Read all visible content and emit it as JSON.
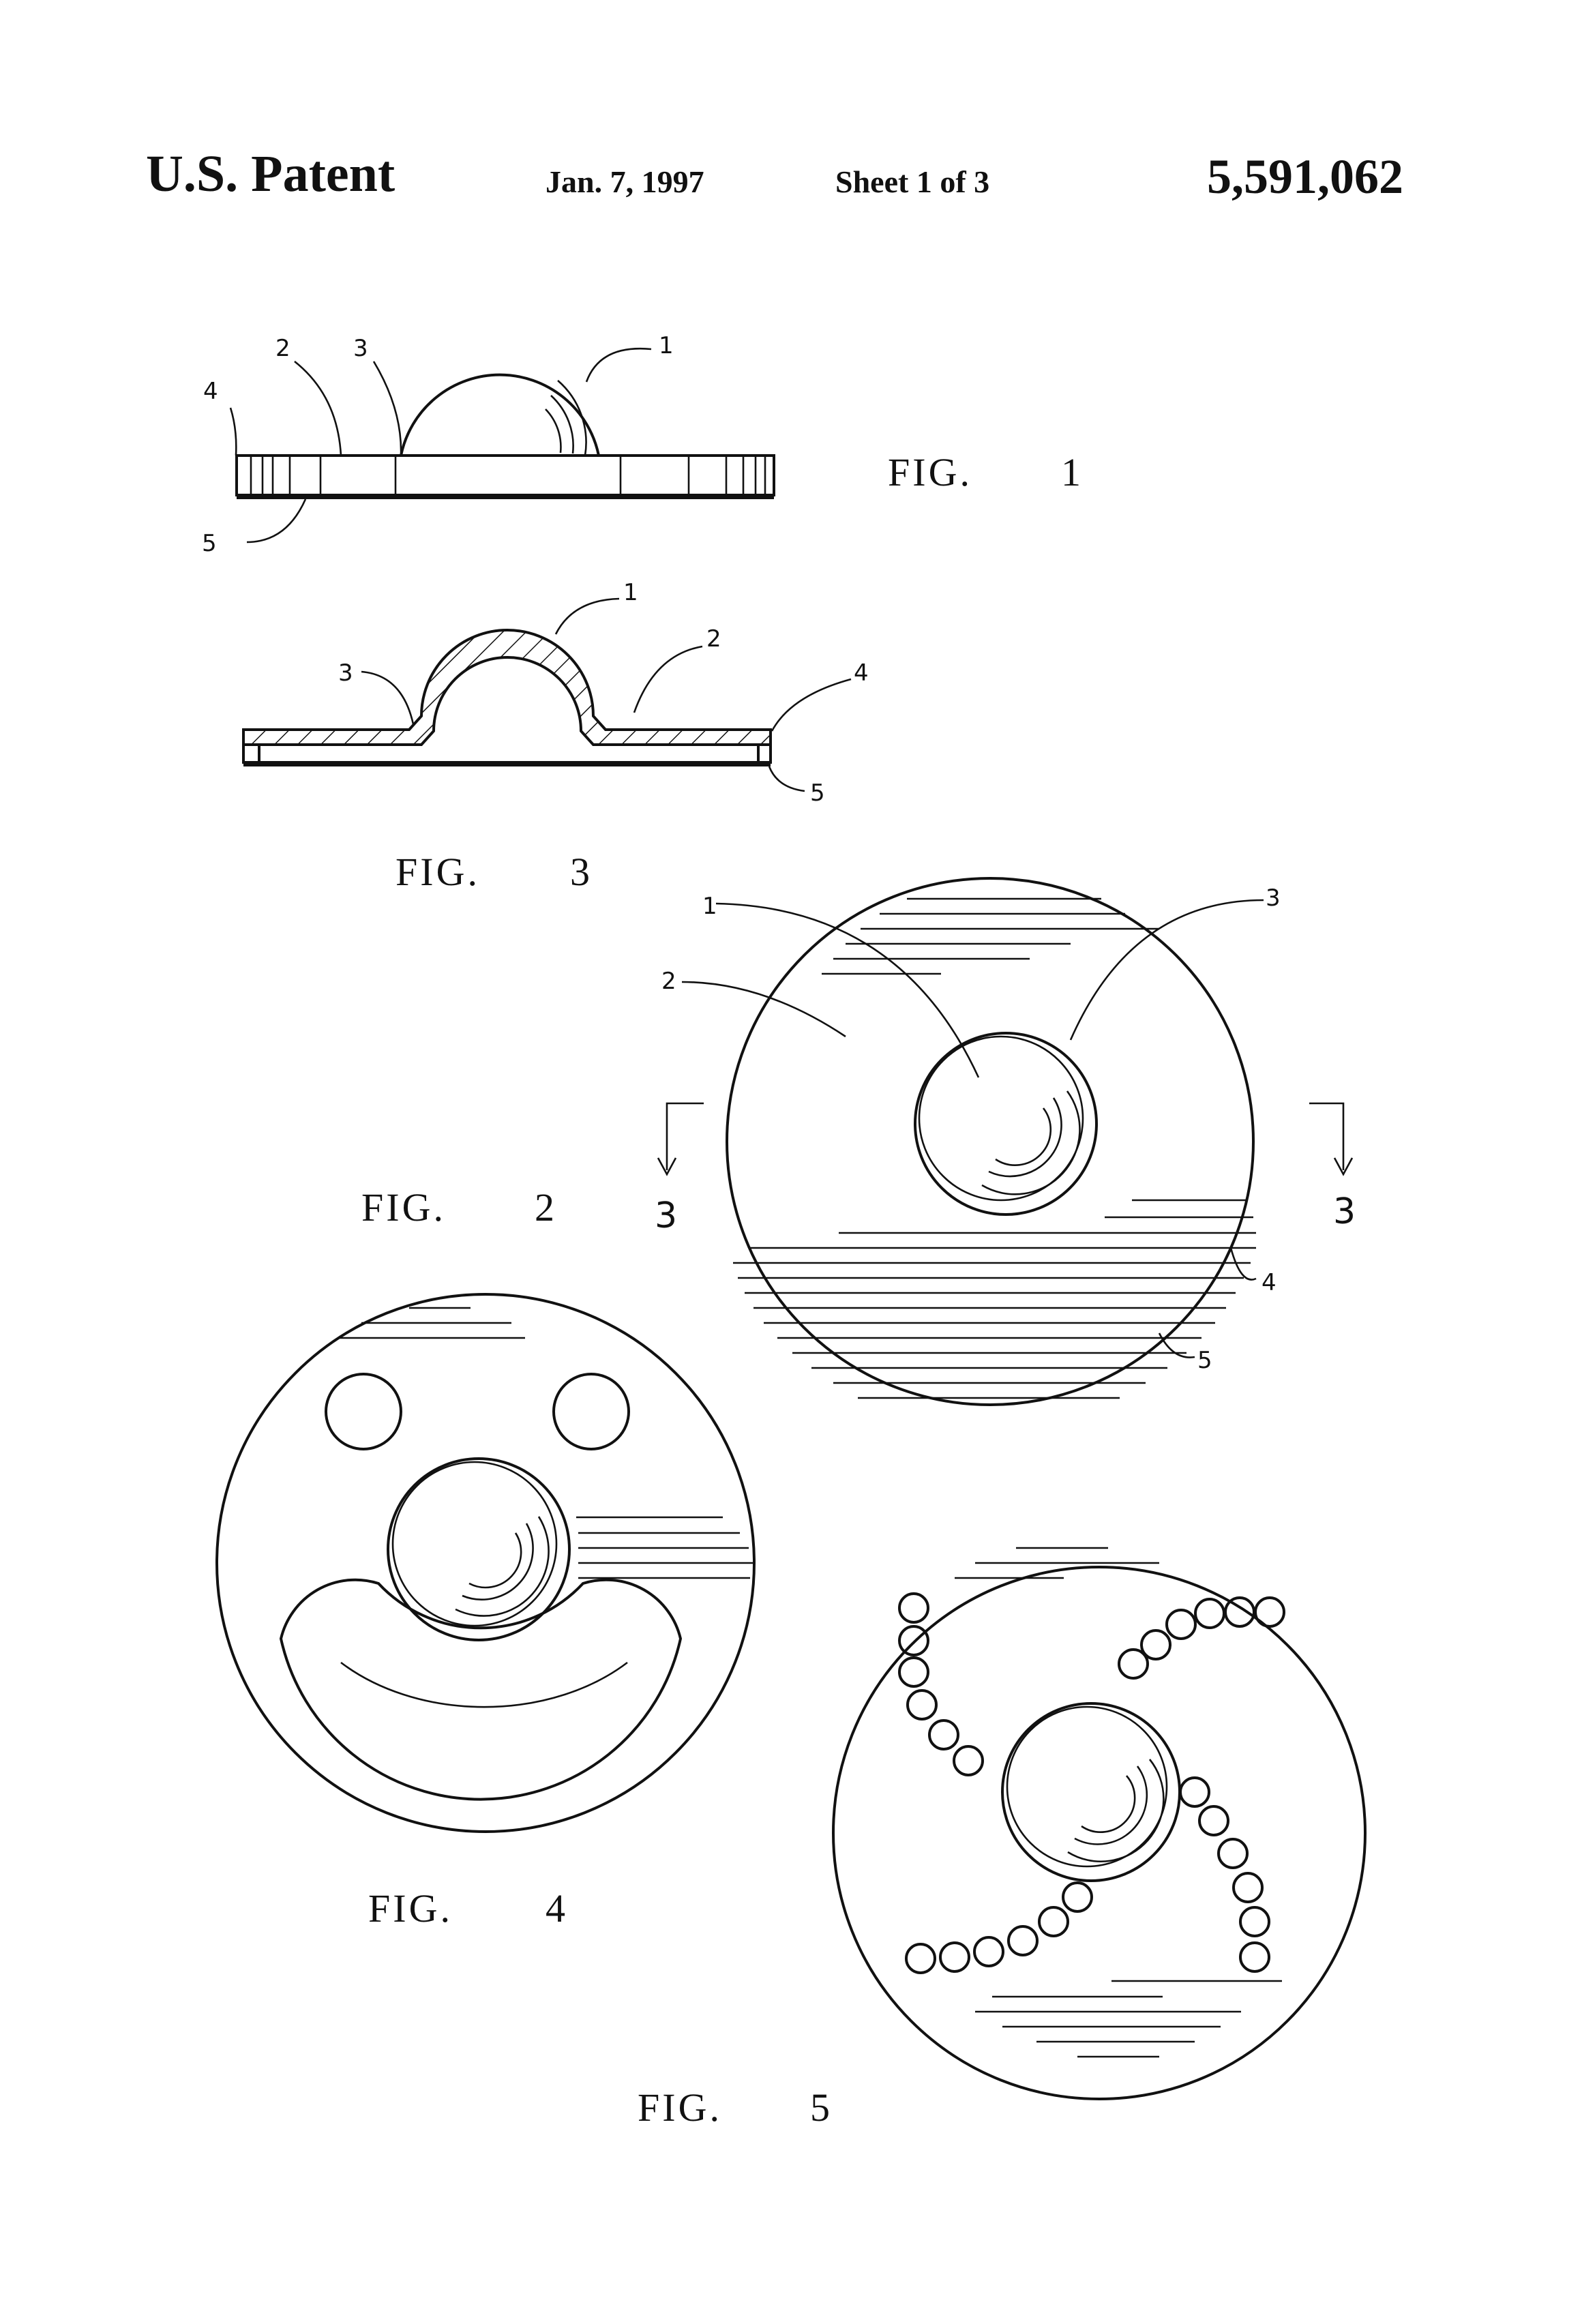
{
  "header": {
    "title": "U.S. Patent",
    "date": "Jan. 7, 1997",
    "sheet": "Sheet 1 of 3",
    "number": "5,591,062"
  },
  "figures": {
    "fig1": {
      "caption": "FIG.",
      "number": "1",
      "refs": [
        "1",
        "2",
        "3",
        "4",
        "5"
      ]
    },
    "fig2": {
      "caption": "FIG.",
      "number": "2",
      "section_mark": "3",
      "refs": [
        "1",
        "2",
        "3",
        "4",
        "5"
      ]
    },
    "fig3": {
      "caption": "FIG.",
      "number": "3",
      "refs": [
        "1",
        "2",
        "3",
        "4",
        "5"
      ]
    },
    "fig4": {
      "caption": "FIG.",
      "number": "4"
    },
    "fig5": {
      "caption": "FIG.",
      "number": "5"
    }
  },
  "colors": {
    "ink": "#111111",
    "paper": "#ffffff"
  }
}
